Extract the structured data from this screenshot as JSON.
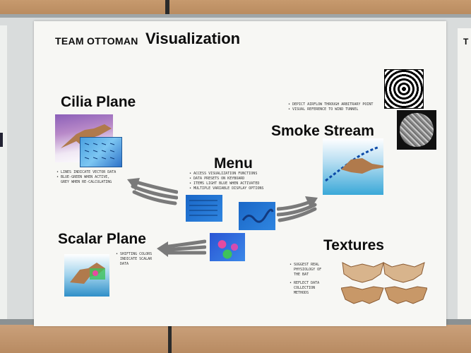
{
  "poster": {
    "team": "TEAM OTTOMAN",
    "title": "Visualization",
    "edge_letter": "T"
  },
  "sections": {
    "cilia": {
      "heading": "Cilia Plane",
      "notes": "• LINES INDICATE VECTOR DATA\n• BLUE-GREEN WHEN ACTIVE,\n  GREY WHEN RE-CALCULATING"
    },
    "smoke": {
      "heading": "Smoke Stream",
      "notes": "• DEPICT AIRFLOW THROUGH ARBITRARY POINT\n• VISUAL REFERENCE TO WIND TUNNEL"
    },
    "menu": {
      "heading": "Menu",
      "notes": "• ACCESS VISUALIZATION FUNCTIONS\n• DATA PRESETS ON KEYBOARD\n• ITEMS LIGHT BLUE WHEN ACTIVATED\n• MULTIPLE VARIABLE DISPLAY OPTIONS"
    },
    "scalar": {
      "heading": "Scalar Plane",
      "notes": "• SHIFTING COLORS\n  INDICATE SCALAR\n  DATA"
    },
    "textures": {
      "heading": "Textures",
      "notes1": "• SUGGEST REAL\n  PHYSIOLOGY OF\n  THE BAT",
      "notes2": "• REFLECT DATA\n  COLLECTION\n  METHODS"
    }
  },
  "colors": {
    "arrow": "#7a7a7a",
    "menu_panel": "#1f6fd6",
    "bat": "#b07a4c"
  }
}
